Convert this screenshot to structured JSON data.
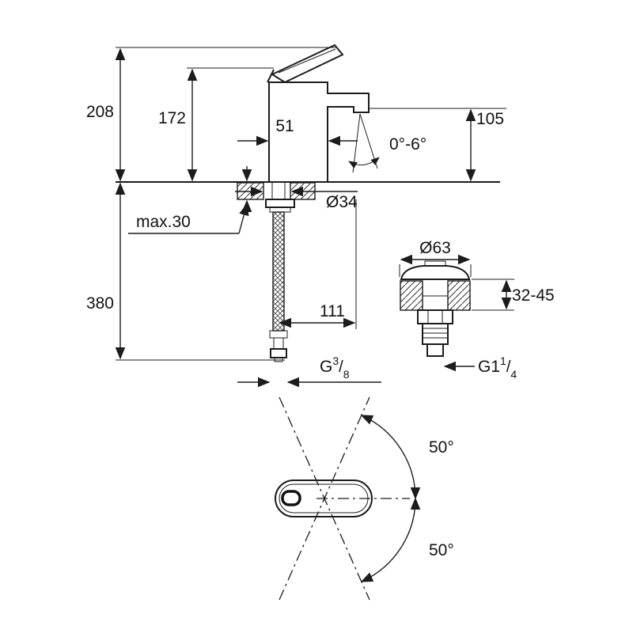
{
  "drawing": {
    "background": "#ffffff",
    "line_color": "#1c1c1c",
    "dimensions": {
      "total_height": "208",
      "body_height": "172",
      "spout_depth": "51",
      "spout_angle_range": "0°-6°",
      "spout_height": "105",
      "max_deck_thickness": "max.30",
      "hole_diameter": "Ø34",
      "hose_length": "380",
      "spout_reach": "111",
      "drain_flange_diameter": "Ø63",
      "basin_thickness_range": "32-45",
      "handle_swing_top": "50°",
      "handle_swing_bottom": "50°"
    },
    "threads": {
      "supply": {
        "prefix": "G",
        "numerator": "3",
        "slash": "/",
        "denominator": "8"
      },
      "waste": {
        "prefix": "G1",
        "numerator": "1",
        "slash": "/",
        "denominator": "4"
      }
    }
  }
}
